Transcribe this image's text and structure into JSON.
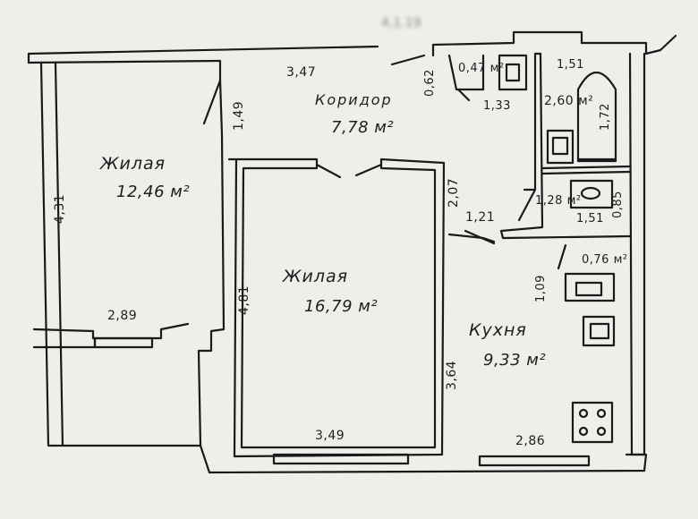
{
  "header": {
    "blurred_number": "4,1.19"
  },
  "rooms": {
    "living_left": {
      "name": "Жилая",
      "area": "12,46 м²"
    },
    "corridor": {
      "name": "Коридор",
      "area": "7,78 м²"
    },
    "living_center": {
      "name": "Жилая",
      "area": "16,79 м²"
    },
    "kitchen": {
      "name": "Кухня",
      "area": "9,33 м²"
    },
    "bathroom": {
      "area": "2,60 м²"
    },
    "toilet": {
      "area": "1,28 м²"
    },
    "closet_small": {
      "area": "0,47 м²"
    },
    "pantry": {
      "area": "0,76 м²"
    }
  },
  "dimensions": {
    "top_wall": "3,47",
    "left_wall": "4,31",
    "left_partition": "1,49",
    "balcony_width": "2,89",
    "center_height": "4,81",
    "center_width": "3,49",
    "corridor_right": "2,07",
    "corridor_bottom": "1,21",
    "kitchen_height": "3,64",
    "kitchen_width": "2,86",
    "closet_width": "0,62",
    "closet_depth": "1,33",
    "bath_width": "1,51",
    "bath_depth": "1,72",
    "toilet_width": "1,51",
    "toilet_depth": "0,85",
    "pantry_side": "1,09"
  }
}
